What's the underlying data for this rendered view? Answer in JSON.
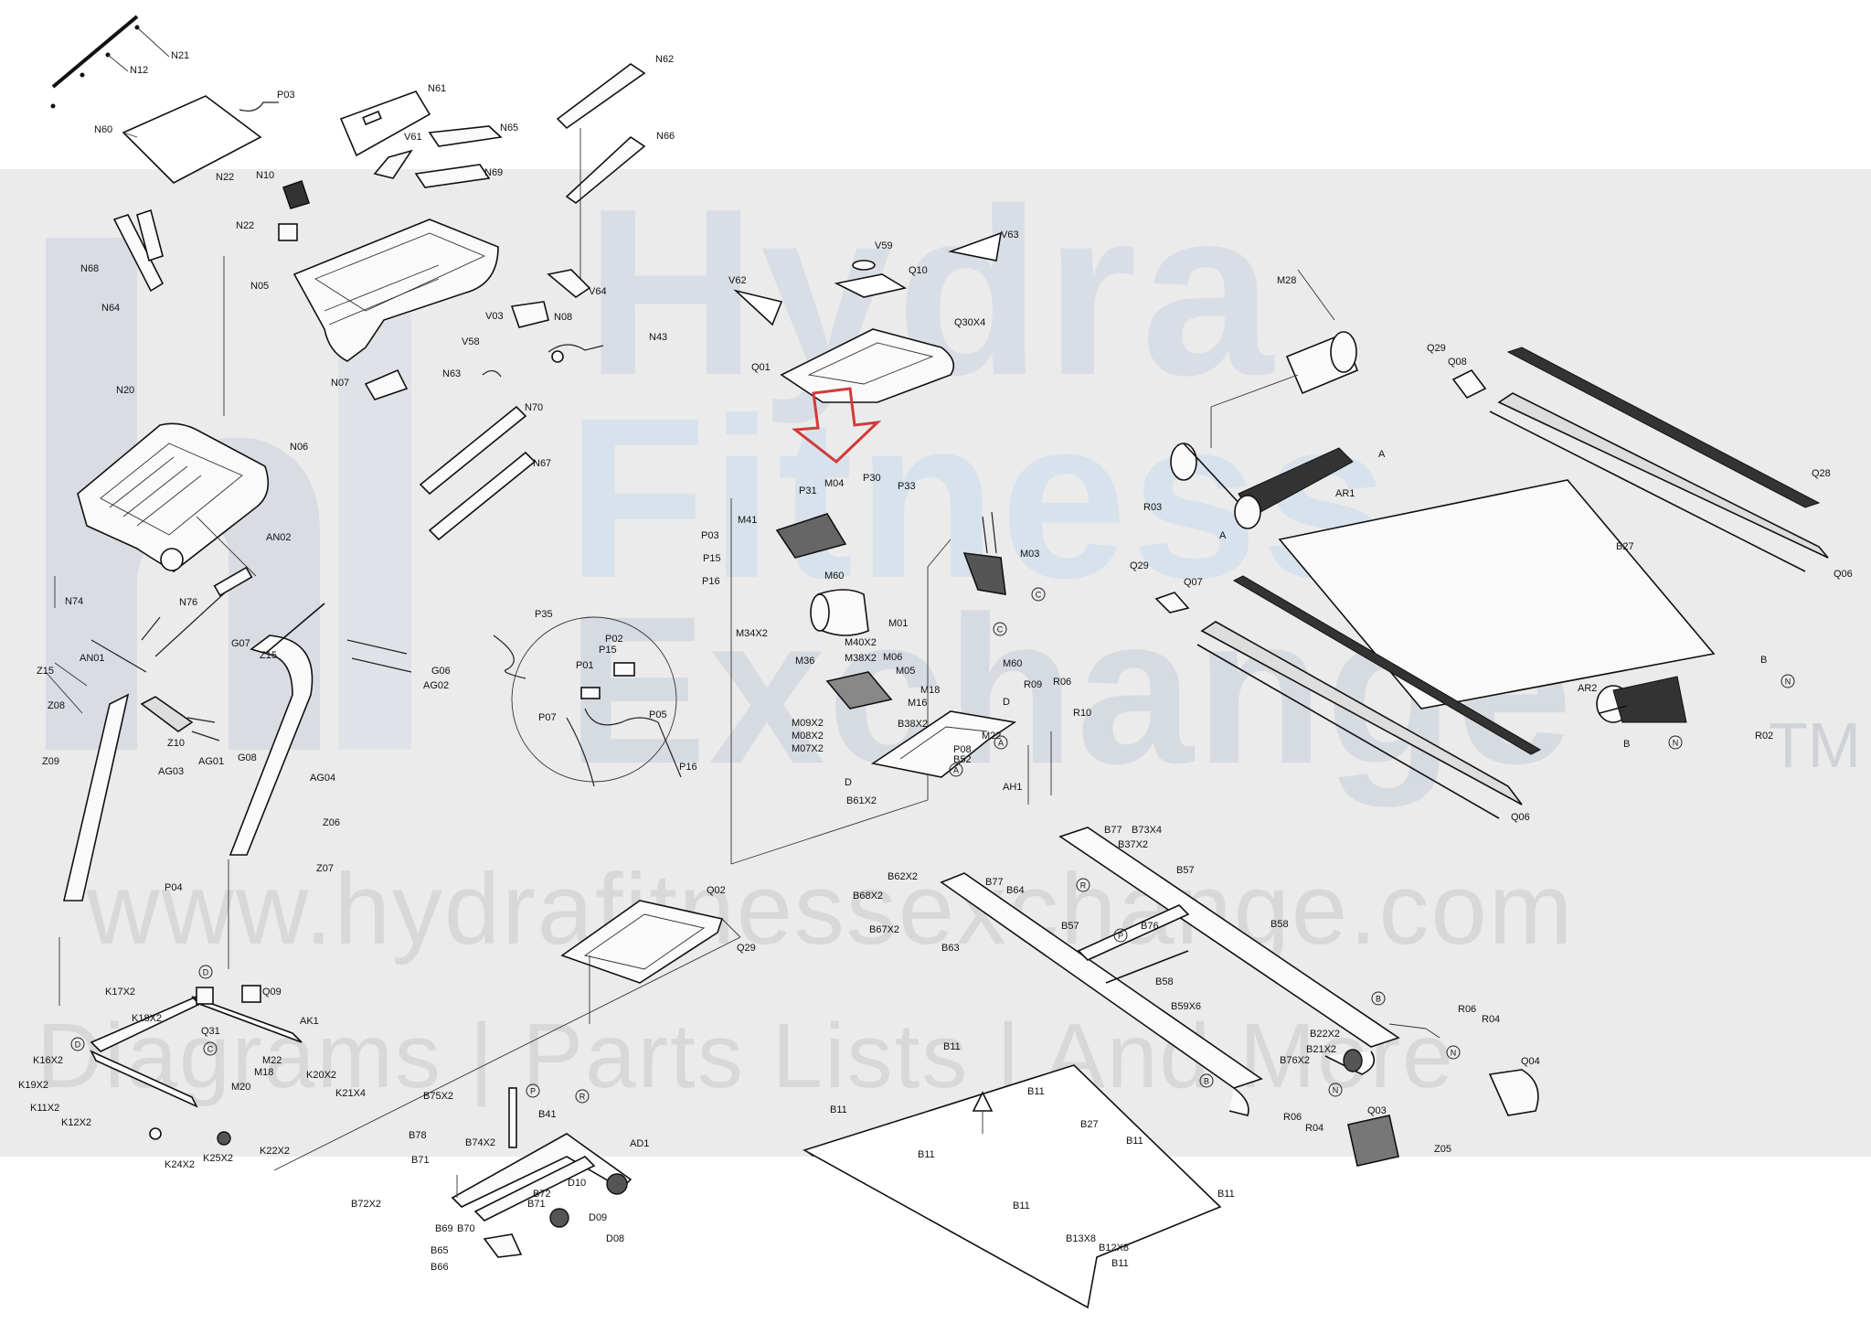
{
  "watermark": {
    "line1": "Hydra",
    "line2": "Fitness",
    "line3": "Exchange",
    "trademark": "TM",
    "url": "www.hydrafitnessexchange.com",
    "tagline": "Diagrams | Parts Lists | And More"
  },
  "colors": {
    "watermark_band": "#ebebeb",
    "watermark_text": "#d2d6dc",
    "highlight_arrow": "#d23a3a",
    "line": "#222222"
  },
  "callouts": [
    {
      "id": "n21",
      "text": "N21"
    },
    {
      "id": "n12",
      "text": "N12"
    },
    {
      "id": "p03a",
      "text": "P03"
    },
    {
      "id": "n60",
      "text": "N60"
    },
    {
      "id": "n22a",
      "text": "N22"
    },
    {
      "id": "n10",
      "text": "N10"
    },
    {
      "id": "n22b",
      "text": "N22"
    },
    {
      "id": "n61",
      "text": "N61"
    },
    {
      "id": "n65",
      "text": "N65"
    },
    {
      "id": "v61",
      "text": "V61"
    },
    {
      "id": "n69",
      "text": "N69"
    },
    {
      "id": "n62",
      "text": "N62"
    },
    {
      "id": "n66",
      "text": "N66"
    },
    {
      "id": "n68",
      "text": "N68"
    },
    {
      "id": "n64",
      "text": "N64"
    },
    {
      "id": "n05",
      "text": "N05"
    },
    {
      "id": "v64",
      "text": "V64"
    },
    {
      "id": "v03",
      "text": "V03"
    },
    {
      "id": "n08",
      "text": "N08"
    },
    {
      "id": "v58",
      "text": "V58"
    },
    {
      "id": "n43",
      "text": "N43"
    },
    {
      "id": "n07",
      "text": "N07"
    },
    {
      "id": "n63",
      "text": "N63"
    },
    {
      "id": "n70",
      "text": "N70"
    },
    {
      "id": "n67",
      "text": "N67"
    },
    {
      "id": "n20",
      "text": "N20"
    },
    {
      "id": "n06",
      "text": "N06"
    },
    {
      "id": "an02",
      "text": "AN02"
    },
    {
      "id": "n74",
      "text": "N74"
    },
    {
      "id": "n76",
      "text": "N76"
    },
    {
      "id": "an01",
      "text": "AN01"
    },
    {
      "id": "z15a",
      "text": "Z15"
    },
    {
      "id": "g07",
      "text": "G07"
    },
    {
      "id": "z15b",
      "text": "Z15"
    },
    {
      "id": "g06",
      "text": "G06"
    },
    {
      "id": "ag02",
      "text": "AG02"
    },
    {
      "id": "z08",
      "text": "Z08"
    },
    {
      "id": "z09",
      "text": "Z09"
    },
    {
      "id": "z10",
      "text": "Z10"
    },
    {
      "id": "ag03",
      "text": "AG03"
    },
    {
      "id": "ag01",
      "text": "AG01"
    },
    {
      "id": "g08",
      "text": "G08"
    },
    {
      "id": "ag04",
      "text": "AG04"
    },
    {
      "id": "z06",
      "text": "Z06"
    },
    {
      "id": "p04",
      "text": "P04"
    },
    {
      "id": "z07",
      "text": "Z07"
    },
    {
      "id": "k17x2",
      "text": "K17X2"
    },
    {
      "id": "q09",
      "text": "Q09"
    },
    {
      "id": "k18x2",
      "text": "K18X2"
    },
    {
      "id": "q31",
      "text": "Q31"
    },
    {
      "id": "ak1",
      "text": "AK1"
    },
    {
      "id": "k16x2",
      "text": "K16X2"
    },
    {
      "id": "m22a",
      "text": "M22"
    },
    {
      "id": "m18a",
      "text": "M18"
    },
    {
      "id": "k19x2",
      "text": "K19X2"
    },
    {
      "id": "m20",
      "text": "M20"
    },
    {
      "id": "k20x2",
      "text": "K20X2"
    },
    {
      "id": "k21x4",
      "text": "K21X4"
    },
    {
      "id": "k11x2",
      "text": "K11X2"
    },
    {
      "id": "k12x2",
      "text": "K12X2"
    },
    {
      "id": "k24x2",
      "text": "K24X2"
    },
    {
      "id": "k25x2",
      "text": "K25X2"
    },
    {
      "id": "k22x2",
      "text": "K22X2"
    },
    {
      "id": "p35",
      "text": "P35"
    },
    {
      "id": "p02",
      "text": "P02"
    },
    {
      "id": "p15a",
      "text": "P15"
    },
    {
      "id": "p01",
      "text": "P01"
    },
    {
      "id": "p07",
      "text": "P07"
    },
    {
      "id": "p05",
      "text": "P05"
    },
    {
      "id": "p16a",
      "text": "P16"
    },
    {
      "id": "v59",
      "text": "V59"
    },
    {
      "id": "v63",
      "text": "V63"
    },
    {
      "id": "q10",
      "text": "Q10"
    },
    {
      "id": "v62",
      "text": "V62"
    },
    {
      "id": "q30x4",
      "text": "Q30X4"
    },
    {
      "id": "q01",
      "text": "Q01"
    },
    {
      "id": "m04",
      "text": "M04"
    },
    {
      "id": "p30",
      "text": "P30"
    },
    {
      "id": "p31",
      "text": "P31"
    },
    {
      "id": "p33",
      "text": "P33"
    },
    {
      "id": "m41",
      "text": "M41"
    },
    {
      "id": "p03b",
      "text": "P03"
    },
    {
      "id": "p15b",
      "text": "P15"
    },
    {
      "id": "p16b",
      "text": "P16"
    },
    {
      "id": "m60a",
      "text": "M60"
    },
    {
      "id": "m03",
      "text": "M03"
    },
    {
      "id": "m01",
      "text": "M01"
    },
    {
      "id": "m34x2",
      "text": "M34X2"
    },
    {
      "id": "m40x2",
      "text": "M40X2"
    },
    {
      "id": "m36",
      "text": "M36"
    },
    {
      "id": "m38x2",
      "text": "M38X2"
    },
    {
      "id": "m06",
      "text": "M06"
    },
    {
      "id": "m05",
      "text": "M05"
    },
    {
      "id": "m60b",
      "text": "M60"
    },
    {
      "id": "m18b",
      "text": "M18"
    },
    {
      "id": "m16",
      "text": "M16"
    },
    {
      "id": "r09",
      "text": "R09"
    },
    {
      "id": "r06a",
      "text": "R06"
    },
    {
      "id": "r10",
      "text": "R10"
    },
    {
      "id": "m09x2",
      "text": "M09X2"
    },
    {
      "id": "m08x2",
      "text": "M08X2"
    },
    {
      "id": "m07x2",
      "text": "M07X2"
    },
    {
      "id": "b38x2",
      "text": "B38X2"
    },
    {
      "id": "m22b",
      "text": "M22"
    },
    {
      "id": "p08",
      "text": "P08"
    },
    {
      "id": "b52",
      "text": "B52"
    },
    {
      "id": "ah1",
      "text": "AH1"
    },
    {
      "id": "b61x2",
      "text": "B61X2"
    },
    {
      "id": "m28",
      "text": "M28"
    },
    {
      "id": "q29a",
      "text": "Q29"
    },
    {
      "id": "q08",
      "text": "Q08"
    },
    {
      "id": "ar1",
      "text": "AR1"
    },
    {
      "id": "q28",
      "text": "Q28"
    },
    {
      "id": "r03",
      "text": "R03"
    },
    {
      "id": "b27a",
      "text": "B27"
    },
    {
      "id": "q06a",
      "text": "Q06"
    },
    {
      "id": "q29b",
      "text": "Q29"
    },
    {
      "id": "q07",
      "text": "Q07"
    },
    {
      "id": "ar2",
      "text": "AR2"
    },
    {
      "id": "r02",
      "text": "R02"
    },
    {
      "id": "q06b",
      "text": "Q06"
    },
    {
      "id": "b77a",
      "text": "B77"
    },
    {
      "id": "b73x4",
      "text": "B73X4"
    },
    {
      "id": "b37x2",
      "text": "B37X2"
    },
    {
      "id": "b57a",
      "text": "B57"
    },
    {
      "id": "b62x2",
      "text": "B62X2"
    },
    {
      "id": "b77b",
      "text": "B77"
    },
    {
      "id": "b68x2",
      "text": "B68X2"
    },
    {
      "id": "b64",
      "text": "B64"
    },
    {
      "id": "b67x2",
      "text": "B67X2"
    },
    {
      "id": "b63",
      "text": "B63"
    },
    {
      "id": "b57b",
      "text": "B57"
    },
    {
      "id": "b76",
      "text": "B76"
    },
    {
      "id": "b58a",
      "text": "B58"
    },
    {
      "id": "b58b",
      "text": "B58"
    },
    {
      "id": "b59x6",
      "text": "B59X6"
    },
    {
      "id": "q02",
      "text": "Q02"
    },
    {
      "id": "q29c",
      "text": "Q29"
    },
    {
      "id": "r06b",
      "text": "R06"
    },
    {
      "id": "r04a",
      "text": "R04"
    },
    {
      "id": "b22x2",
      "text": "B22X2"
    },
    {
      "id": "b21x2",
      "text": "B21X2"
    },
    {
      "id": "b76x2",
      "text": "B76X2"
    },
    {
      "id": "q04",
      "text": "Q04"
    },
    {
      "id": "r06c",
      "text": "R06"
    },
    {
      "id": "r04b",
      "text": "R04"
    },
    {
      "id": "q03",
      "text": "Q03"
    },
    {
      "id": "z05",
      "text": "Z05"
    },
    {
      "id": "b11a",
      "text": "B11"
    },
    {
      "id": "b11b",
      "text": "B11"
    },
    {
      "id": "b11c",
      "text": "B11"
    },
    {
      "id": "b27b",
      "text": "B27"
    },
    {
      "id": "b11d",
      "text": "B11"
    },
    {
      "id": "b11e",
      "text": "B11"
    },
    {
      "id": "b11f",
      "text": "B11"
    },
    {
      "id": "b11g",
      "text": "B11"
    },
    {
      "id": "b13x8",
      "text": "B13X8"
    },
    {
      "id": "b12x8",
      "text": "B12X8"
    },
    {
      "id": "b11h",
      "text": "B11"
    },
    {
      "id": "b75x2",
      "text": "B75X2"
    },
    {
      "id": "b41",
      "text": "B41"
    },
    {
      "id": "b78",
      "text": "B78"
    },
    {
      "id": "b74x2",
      "text": "B74X2"
    },
    {
      "id": "ad1",
      "text": "AD1"
    },
    {
      "id": "b71a",
      "text": "B71"
    },
    {
      "id": "b72x2",
      "text": "B72X2"
    },
    {
      "id": "b72",
      "text": "B72"
    },
    {
      "id": "b71b",
      "text": "B71"
    },
    {
      "id": "d10",
      "text": "D10"
    },
    {
      "id": "d09",
      "text": "D09"
    },
    {
      "id": "b69",
      "text": "B69"
    },
    {
      "id": "b70",
      "text": "B70"
    },
    {
      "id": "d08",
      "text": "D08"
    },
    {
      "id": "b65",
      "text": "B65"
    },
    {
      "id": "b66",
      "text": "B66"
    },
    {
      "id": "ma1",
      "text": "A"
    },
    {
      "id": "ma2",
      "text": "A"
    },
    {
      "id": "mb1",
      "text": "B"
    },
    {
      "id": "mb2",
      "text": "B"
    },
    {
      "id": "md1",
      "text": "D"
    },
    {
      "id": "md2",
      "text": "D"
    }
  ],
  "circled_markers": [
    {
      "id": "c1",
      "text": "C"
    },
    {
      "id": "c2",
      "text": "C"
    },
    {
      "id": "n1",
      "text": "N"
    },
    {
      "id": "n2",
      "text": "N"
    },
    {
      "id": "n3",
      "text": "N"
    },
    {
      "id": "n4",
      "text": "N"
    },
    {
      "id": "dm1",
      "text": "D"
    },
    {
      "id": "dm2",
      "text": "D"
    },
    {
      "id": "cm3",
      "text": "C"
    },
    {
      "id": "pm1",
      "text": "P"
    },
    {
      "id": "pm2",
      "text": "P"
    },
    {
      "id": "rm1",
      "text": "R"
    },
    {
      "id": "rm2",
      "text": "R"
    },
    {
      "id": "bm1",
      "text": "B"
    },
    {
      "id": "bm2",
      "text": "B"
    },
    {
      "id": "am1",
      "text": "A"
    },
    {
      "id": "am2",
      "text": "A"
    }
  ]
}
